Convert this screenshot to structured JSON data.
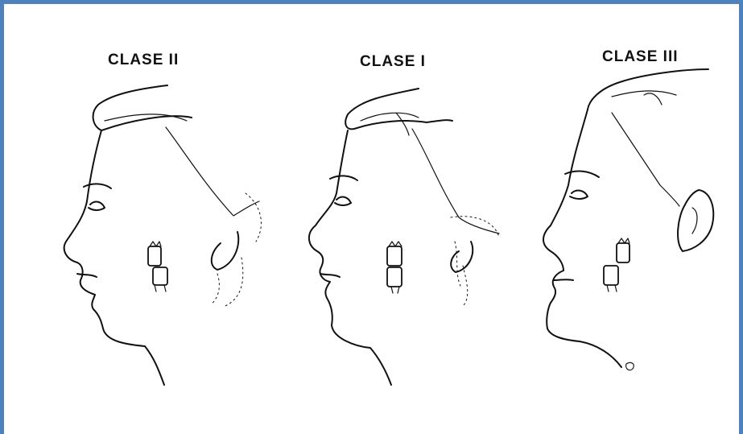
{
  "figure": {
    "border_color": "#4f81bd",
    "profiles": [
      {
        "label": "CLASE II"
      },
      {
        "label": "CLASE I"
      },
      {
        "label": "CLASE III"
      }
    ]
  }
}
